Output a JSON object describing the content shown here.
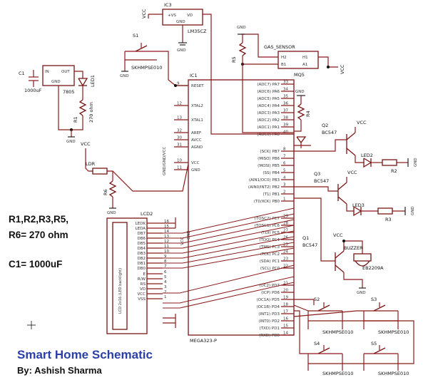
{
  "title": "Smart Home Schematic",
  "author": "By: Ashish Sharma",
  "notes": [
    "R1,R2,R3,R5,",
    "R6= 270 ohm",
    "C1= 1000uF"
  ],
  "mcu": {
    "ref": "IC1",
    "part": "MEGA323-P",
    "left_pins": [
      {
        "num": "9",
        "name": "RESET"
      },
      {
        "num": "12",
        "name": "XTAL2"
      },
      {
        "num": "13",
        "name": "XTAL1"
      },
      {
        "num": "32",
        "name": "AREF"
      },
      {
        "num": "30",
        "name": "AVCC"
      },
      {
        "num": "31",
        "name": "AGND"
      },
      {
        "num": "10",
        "name": "VCC"
      },
      {
        "num": "11",
        "name": "GND"
      }
    ],
    "left_side_label": "GND/GND/VCC",
    "right_pins": [
      {
        "num": "33",
        "name": "(ADC7) PA7"
      },
      {
        "num": "34",
        "name": "(ADC6) PA6"
      },
      {
        "num": "35",
        "name": "(ADC5) PA5"
      },
      {
        "num": "36",
        "name": "(ADC4) PA4"
      },
      {
        "num": "37",
        "name": "(ADC3) PA3"
      },
      {
        "num": "38",
        "name": "(ADC2) PA2"
      },
      {
        "num": "39",
        "name": "(ADC1) PA1"
      },
      {
        "num": "40",
        "name": "(ADC0) PA0"
      },
      {
        "num": "8",
        "name": "(SCK) PB7"
      },
      {
        "num": "7",
        "name": "(MISO) PB6"
      },
      {
        "num": "6",
        "name": "(MOSI) PB5"
      },
      {
        "num": "5",
        "name": "(SS) PB4"
      },
      {
        "num": "4",
        "name": "(AIN1/OC0) PB3"
      },
      {
        "num": "3",
        "name": "(AIN0/INT2) PB2"
      },
      {
        "num": "2",
        "name": "(T1) PB1"
      },
      {
        "num": "1",
        "name": "(T0/XCK) PB0"
      },
      {
        "num": "29",
        "name": "(TOSC2) PC7"
      },
      {
        "num": "28",
        "name": "(TOSC1) PC6"
      },
      {
        "num": "27",
        "name": "(TDI) PC5"
      },
      {
        "num": "26",
        "name": "(TDO) PC4"
      },
      {
        "num": "25",
        "name": "(TMS) PC3"
      },
      {
        "num": "24",
        "name": "(TCK) PC2"
      },
      {
        "num": "23",
        "name": "(SDA) PC1"
      },
      {
        "num": "22",
        "name": "(SCL) PC0"
      },
      {
        "num": "21",
        "name": "(OC2) PD7"
      },
      {
        "num": "20",
        "name": "(ICP) PD6"
      },
      {
        "num": "19",
        "name": "(OC1A) PD5"
      },
      {
        "num": "18",
        "name": "(OC1B) PD4"
      },
      {
        "num": "17",
        "name": "(INT1) PD3"
      },
      {
        "num": "16",
        "name": "(INT0) PD2"
      },
      {
        "num": "15",
        "name": "(TXD) PD1"
      },
      {
        "num": "14",
        "name": "(RXD) PD0"
      }
    ]
  },
  "lcd": {
    "ref": "LCD2",
    "inner_label": "LCD 2x16 (LED backlight)",
    "pins": [
      {
        "name": "LEDK",
        "num": "16"
      },
      {
        "name": "LEDA",
        "num": "15"
      },
      {
        "name": "DB7",
        "num": "14"
      },
      {
        "name": "DB6",
        "num": "13"
      },
      {
        "name": "DB5",
        "num": "12"
      },
      {
        "name": "DB4",
        "num": "11"
      },
      {
        "name": "DB3",
        "num": "10"
      },
      {
        "name": "DB2",
        "num": "9"
      },
      {
        "name": "DB1",
        "num": "8"
      },
      {
        "name": "DB0",
        "num": "7"
      },
      {
        "name": "E",
        "num": "6"
      },
      {
        "name": "R/W",
        "num": "5"
      },
      {
        "name": "RS",
        "num": "4"
      },
      {
        "name": "VO",
        "num": "3"
      },
      {
        "name": "VCC",
        "num": "2"
      },
      {
        "name": "VSS",
        "num": "1"
      }
    ]
  },
  "labels": {
    "vcc": "VCC",
    "gnd": "GND",
    "ic3": "IC3",
    "ic3_part": "LM35CZ",
    "ic3_vs": "+VS",
    "ic3_vo": "VO",
    "ic3_gnd": "GND",
    "gas_sensor": "GAS_SENSOR",
    "gas_ref": "MQ5",
    "gas_h2": "H2",
    "gas_h1": "H1",
    "gas_b1": "B1",
    "gas_a1": "A1",
    "s1": "S1",
    "skhmpse": "SKHMPSE010",
    "ic2_part": "7805",
    "ic2_in": "IN",
    "ic2_out": "OUT",
    "ic2_gnd": "GND",
    "c1": "C1",
    "c1_val": "1000uF",
    "led1": "LED1",
    "r1": "R1",
    "r1_val": "270 ohm",
    "r4": "R4",
    "r5": "R5",
    "r6": "R6",
    "r2": "R2",
    "r3": "R3",
    "ldr": "LDR",
    "q1": "Q1",
    "q2": "Q2",
    "q3": "Q3",
    "bc547": "BC547",
    "led2": "LED2",
    "led3": "LED3",
    "buzzer": "BUZZER",
    "buzzer_part": "EB2209A",
    "s2": "S2",
    "s3": "S3",
    "s4": "S4",
    "s5": "S5",
    "lcd_gnd": "GND",
    "lcd_vcc": "VCC"
  },
  "colors": {
    "wire": "#8a1a1a",
    "title": "#2a3fa8",
    "text": "#111111",
    "background": "#ffffff"
  }
}
